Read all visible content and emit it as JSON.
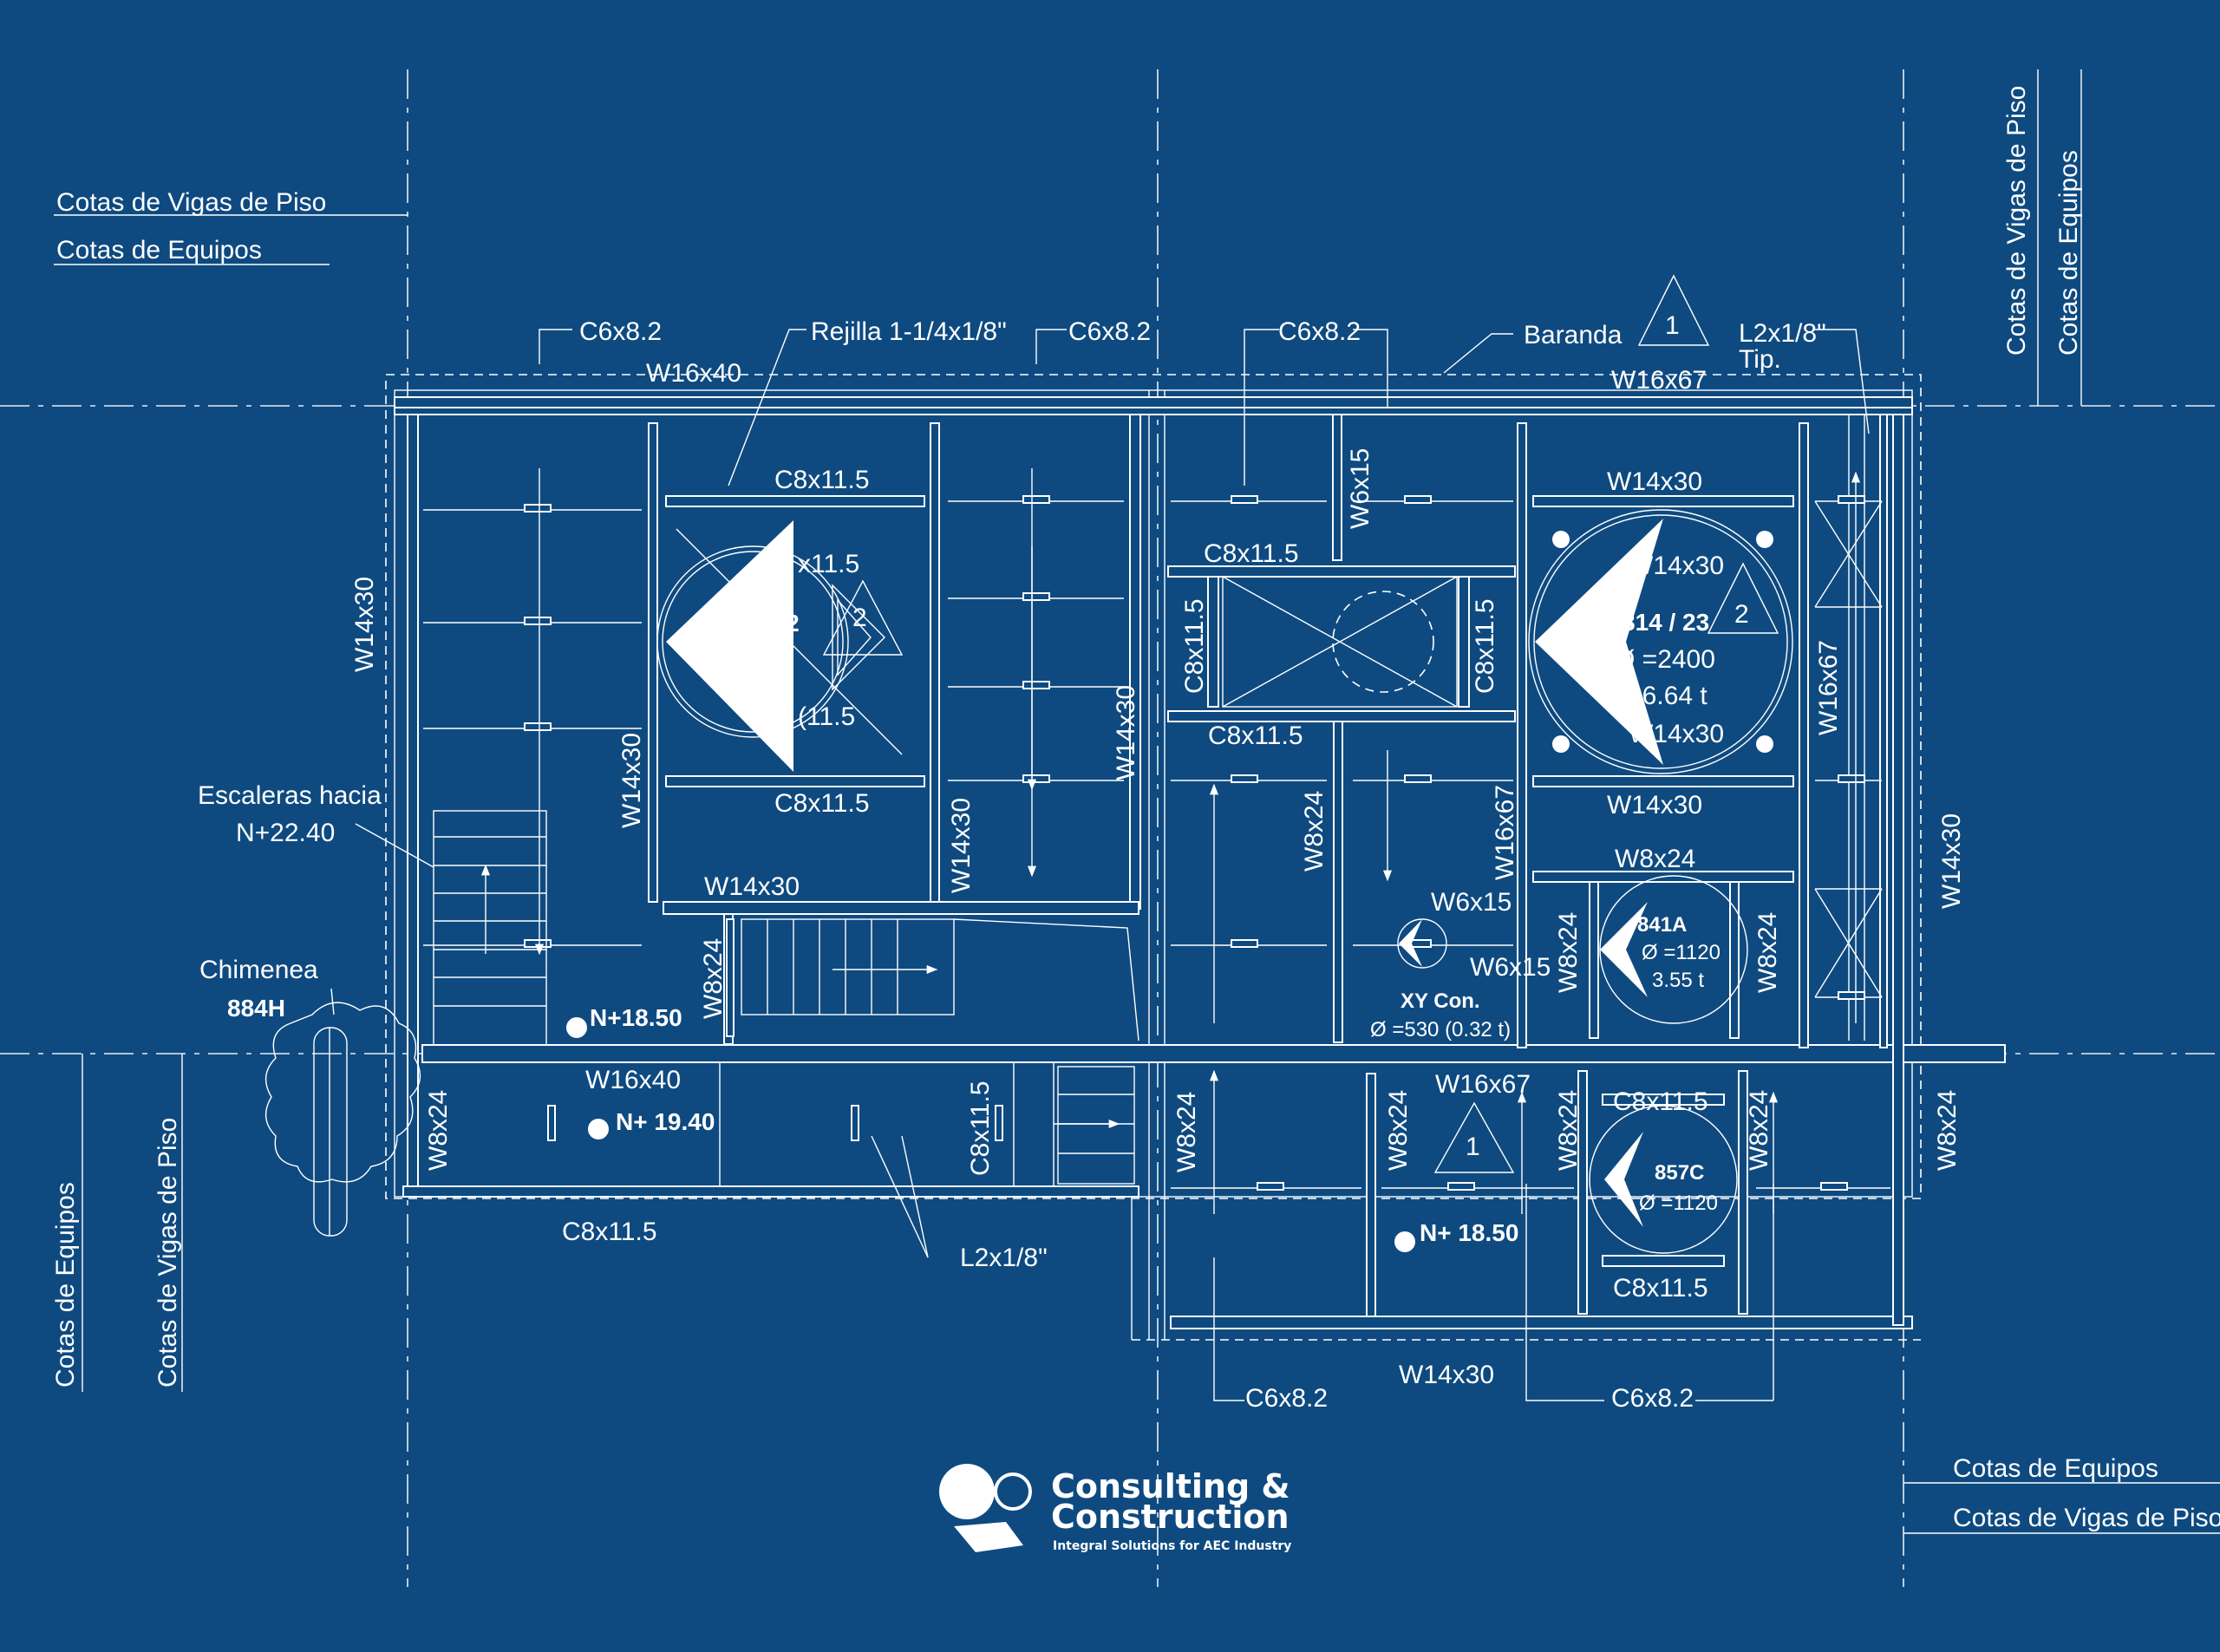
{
  "legend": {
    "top_left_1": "Cotas de Vigas de Piso",
    "top_left_2": "Cotas de Equipos",
    "top_right_1": "Cotas de Vigas de Piso",
    "top_right_2": "Cotas de Equipos",
    "bottom_left_1": "Cotas de Equipos",
    "bottom_left_2": "Cotas de Vigas de Piso",
    "bottom_right_1": "Cotas de Equipos",
    "bottom_right_2": "Cotas de Vigas de Piso"
  },
  "callouts": {
    "c6x82": "C6x8.2",
    "rejilla": "Rejilla 1-1/4x1/8\"",
    "baranda": "Baranda",
    "l2_tip_1": "L2x1/8\"",
    "l2_tip_2": "Tip.",
    "l2": "L2x1/8\"",
    "escaleras_1": "Escaleras hacia",
    "escaleras_2": "N+22.40",
    "chimenea": "Chimenea",
    "chimenea_id": "884H",
    "rev_1": "1",
    "rev_2": "2"
  },
  "beams": {
    "w16x40": "W16x40",
    "w16x67": "W16x67",
    "w14x30": "W14x30",
    "c8x115": "C8x11.5",
    "w8x24": "W8x24",
    "w6x15": "W6x15",
    "c8x115_partial": "x11.5",
    "c8x115_partial2": "(11.5"
  },
  "levels": {
    "n1850": "N+18.50",
    "n1940": "N+ 19.40",
    "n1850b": "N+ 18.50"
  },
  "equipment": {
    "e822": "322",
    "e814_id": "814 / 23",
    "e814_dia": "Ø =2400",
    "e814_wt": "26.64 t",
    "e841_id": "841A",
    "e841_dia": "Ø =1120",
    "e841_wt": "3.55 t",
    "xy_id": "XY Con.",
    "xy_dia": "Ø =530 (0.32 t)",
    "e857_id": "857C",
    "e857_dia": "Ø =1120"
  },
  "logo": {
    "line1": "Consulting &",
    "line2": "Construction",
    "tagline": "Integral Solutions for AEC Industry"
  },
  "colors": {
    "background": "#0e4a80",
    "lines": "#ffffff"
  }
}
